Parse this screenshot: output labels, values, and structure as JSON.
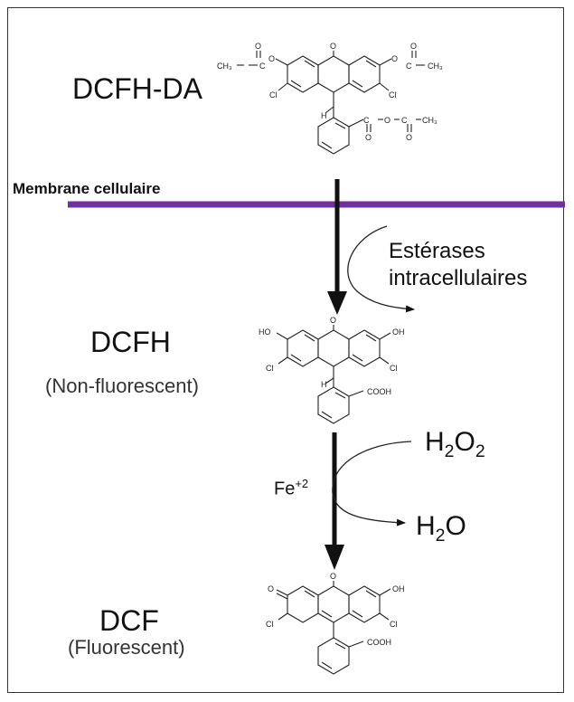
{
  "compounds": {
    "dcfh_da": {
      "name": "DCFH-DA"
    },
    "dcfh": {
      "name": "DCFH",
      "note": "(Non-fluorescent)"
    },
    "dcf": {
      "name": "DCF",
      "note": "(Fluorescent)"
    }
  },
  "membrane": {
    "label": "Membrane cellulaire",
    "color": "#7030a0"
  },
  "enzyme": {
    "line1": "Estérases",
    "line2": "intracellulaires"
  },
  "oxidation": {
    "reactant_base": "H",
    "reactant_sub1": "2",
    "reactant_mid": "O",
    "reactant_sub2": "2",
    "product_base": "H",
    "product_sub": "2",
    "product_tail": "O",
    "catalyst_base": "Fe",
    "catalyst_sup": "+2"
  },
  "atoms": {
    "O": "O",
    "Cl": "Cl",
    "H": "H",
    "OH": "OH",
    "HO": "HO",
    "COOH": "COOH",
    "CH3": "CH₃",
    "C": "C"
  }
}
